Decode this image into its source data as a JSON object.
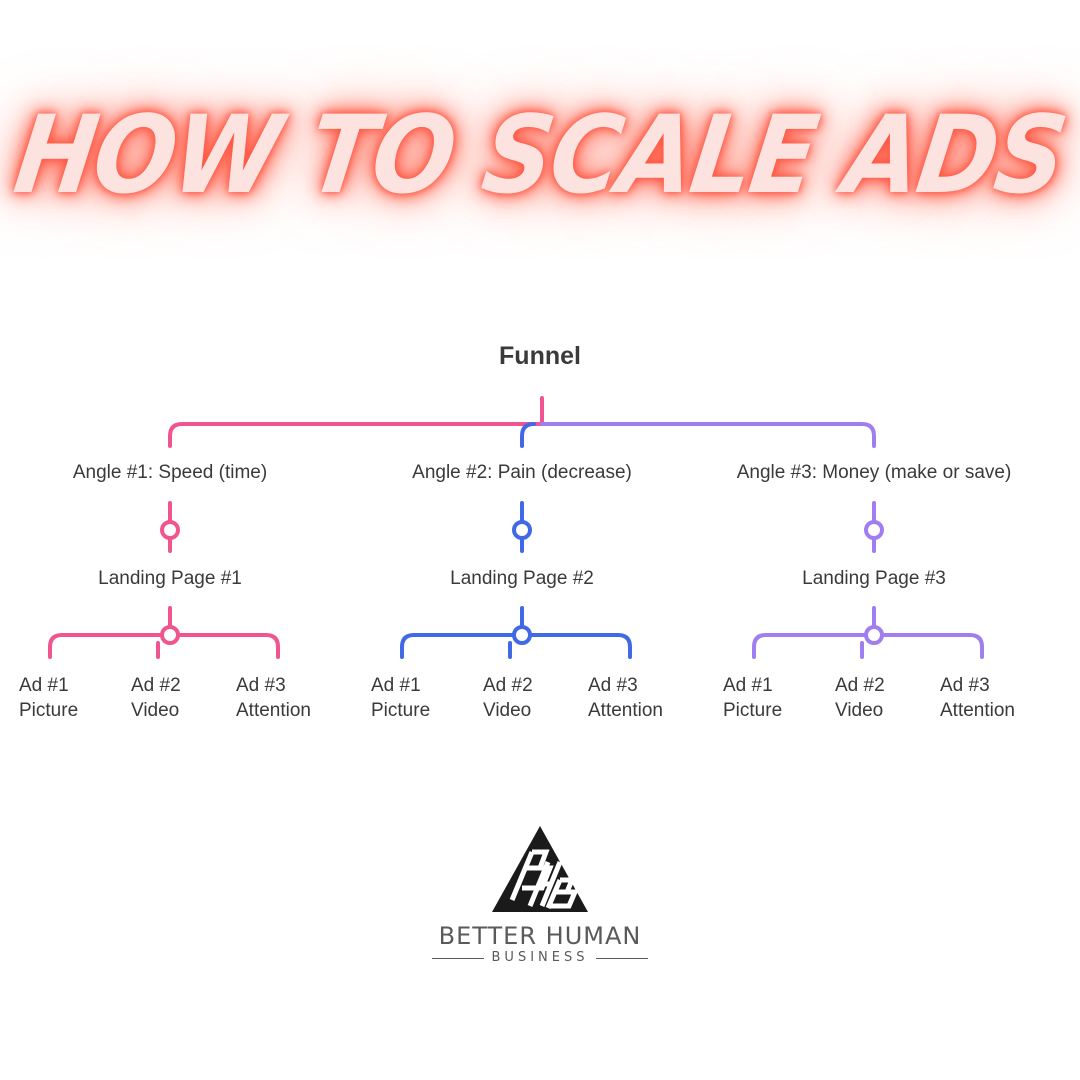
{
  "title": "HOW TO SCALE ADS",
  "diagram": {
    "root": "Funnel",
    "branches": [
      {
        "angle": "Angle #1: Speed (time)",
        "landing": "Landing Page #1",
        "color": "#f0558f",
        "ads": [
          {
            "line1": "Ad #1",
            "line2": "Picture"
          },
          {
            "line1": "Ad #2",
            "line2": "Video"
          },
          {
            "line1": "Ad #3",
            "line2": "Attention"
          }
        ]
      },
      {
        "angle": "Angle #2: Pain (decrease)",
        "landing": "Landing Page #2",
        "color": "#4169e6",
        "ads": [
          {
            "line1": "Ad #1",
            "line2": "Picture"
          },
          {
            "line1": "Ad #2",
            "line2": "Video"
          },
          {
            "line1": "Ad #3",
            "line2": "Attention"
          }
        ]
      },
      {
        "angle": "Angle #3: Money (make or save)",
        "landing": "Landing Page #3",
        "color": "#a07ef0",
        "ads": [
          {
            "line1": "Ad #1",
            "line2": "Picture"
          },
          {
            "line1": "Ad #2",
            "line2": "Video"
          },
          {
            "line1": "Ad #3",
            "line2": "Attention"
          }
        ]
      }
    ]
  },
  "logo": {
    "name": "BETTER HUMAN",
    "subtitle": "BUSINESS",
    "mark_letters": "BHB"
  }
}
